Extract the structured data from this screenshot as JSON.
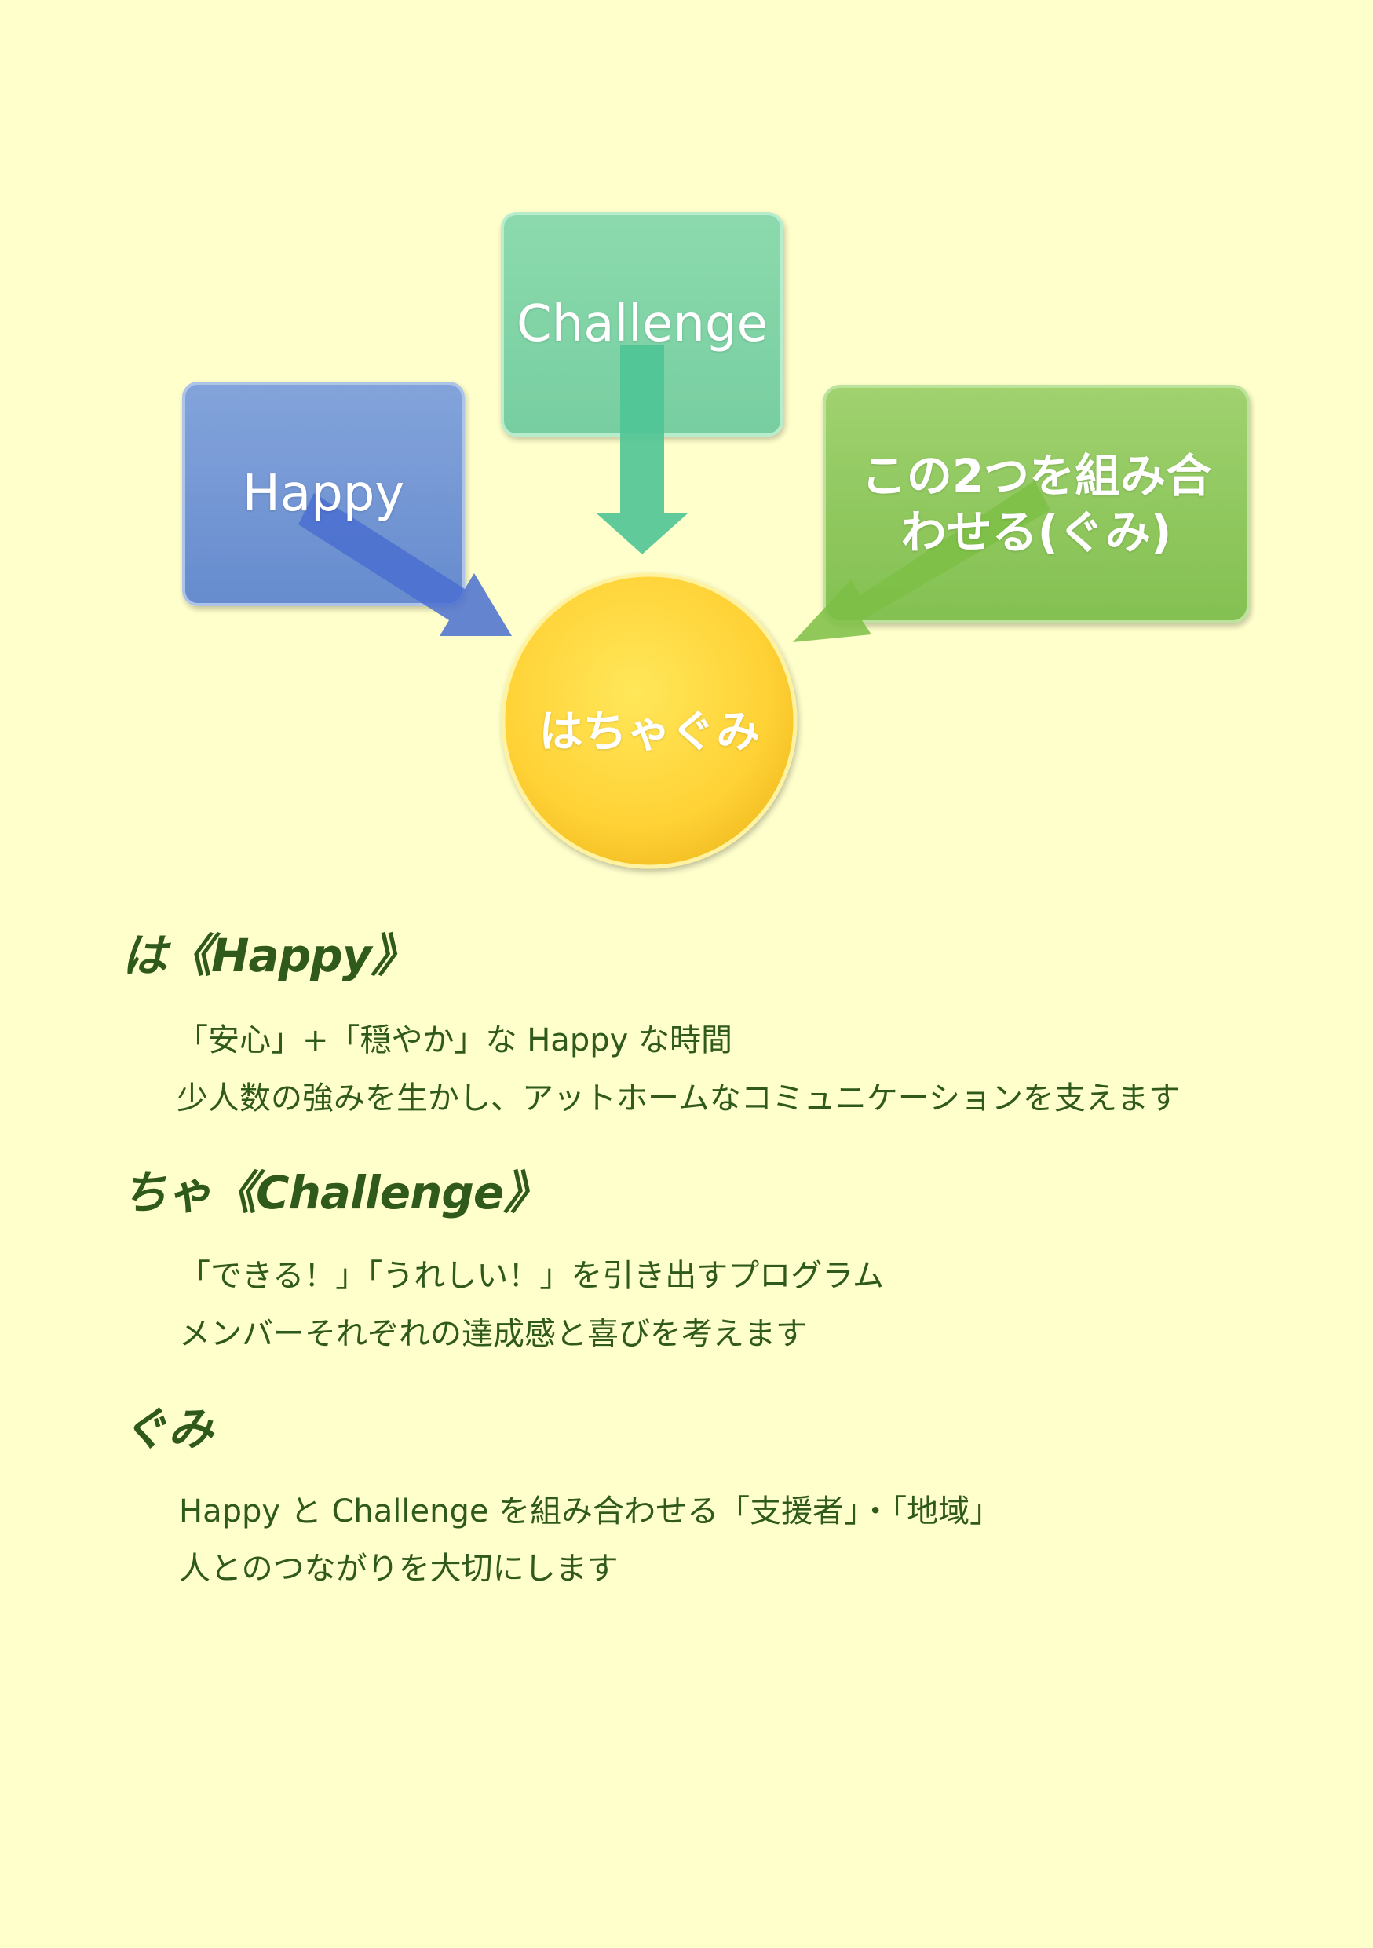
{
  "diagram": {
    "happy_label": "Happy",
    "challenge_label": "Challenge",
    "combine_label": "この2つを組み合\nわせる(ぐみ)",
    "center_label": "はちゃぐみ",
    "colors": {
      "happy_box": "#6a8fd4",
      "challenge_box": "#7ed4a8",
      "combine_box": "#8cc85a",
      "center_circle": "#ffd63a",
      "happy_arrow": "#4a6fd0",
      "challenge_arrow": "#4fc496",
      "combine_arrow": "#7cbf45"
    }
  },
  "sections": {
    "ha": {
      "heading": "は《Happy》",
      "lines": [
        "「安心」+「穏やか」な Happy な時間",
        "少人数の強みを生かし、アットホームなコミュニケーションを支えます"
      ]
    },
    "cha": {
      "heading": "ちゃ《Challenge》",
      "lines": [
        "「できる！」「うれしい！」を引き出すプログラム",
        "メンバーそれぞれの達成感と喜びを考えます"
      ]
    },
    "gumi": {
      "heading": "ぐみ",
      "lines": [
        "Happy と Challenge を組み合わせる「支援者」・「地域」",
        "人とのつながりを大切にします"
      ]
    }
  },
  "theme": {
    "background": "#ffffcc",
    "text_color": "#2f5a1c"
  }
}
